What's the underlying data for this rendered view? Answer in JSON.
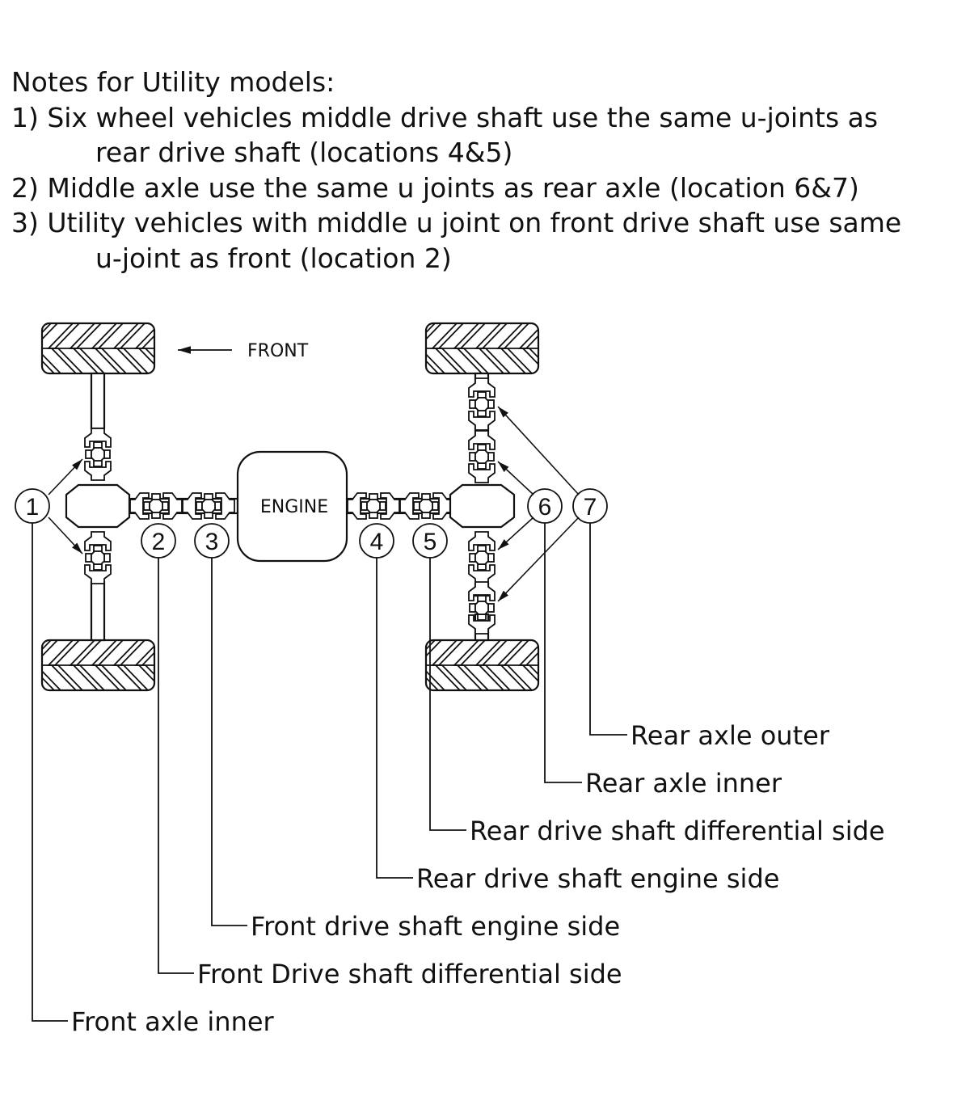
{
  "notes": {
    "title": "Notes for Utility models:",
    "items": [
      {
        "line1": "1) Six wheel vehicles middle drive shaft use the same u-joints as",
        "line2": "rear drive shaft (locations 4&5)"
      },
      {
        "line1": "2) Middle axle use the same u joints as rear axle (location 6&7)",
        "line2": null
      },
      {
        "line1": "3) Utility vehicles with middle u joint on front drive shaft use same",
        "line2": "u-joint as front (location 2)"
      }
    ]
  },
  "diagram": {
    "front_label": "FRONT",
    "engine_label": "ENGINE",
    "callouts": [
      {
        "number": "1",
        "label": "Front axle inner"
      },
      {
        "number": "2",
        "label": "Front Drive shaft differential side"
      },
      {
        "number": "3",
        "label": "Front drive shaft engine side"
      },
      {
        "number": "4",
        "label": "Rear drive shaft engine side"
      },
      {
        "number": "5",
        "label": "Rear drive shaft differential side"
      },
      {
        "number": "6",
        "label": "Rear axle inner"
      },
      {
        "number": "7",
        "label": "Rear axle outer"
      }
    ]
  }
}
